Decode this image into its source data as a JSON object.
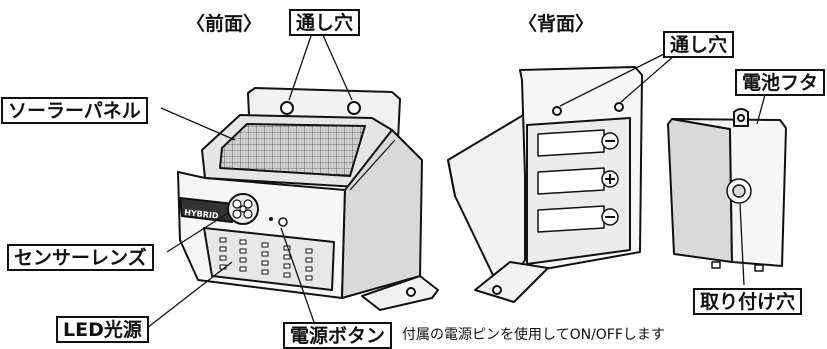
{
  "front": {
    "heading": "〈前面〉",
    "vent_label": "通し穴",
    "solar_label": "ソーラーパネル",
    "sensor_label": "センサーレンズ",
    "led_label": "LED光源",
    "badge": "HYBRID"
  },
  "back": {
    "heading": "〈背面〉",
    "vent_label": "通し穴",
    "cover_label": "電池フタ",
    "hole_label": "取り付け穴"
  },
  "power": {
    "label": "電源ボタン",
    "note": "付属の電源ピンを使用してON/OFFします"
  },
  "colors": {
    "stroke": "#111111",
    "fill_light": "#f2f2f2",
    "fill_mid": "#d9d9d9",
    "fill_dark": "#a6a6a6"
  }
}
